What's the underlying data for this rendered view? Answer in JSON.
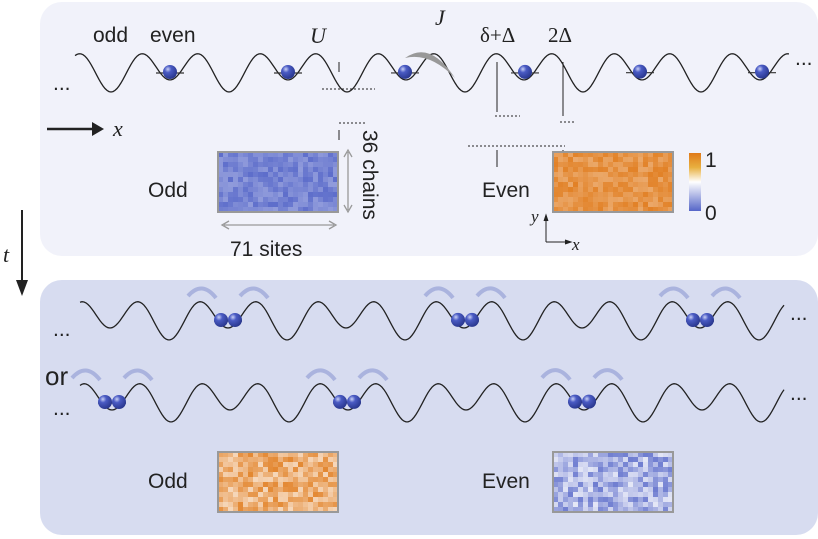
{
  "top_panel": {
    "labels": {
      "odd": "odd",
      "even": "even",
      "U": "U",
      "J": "J",
      "delta_plus_Delta": "δ+Δ",
      "two_Delta": "2Δ",
      "ellipsis_left": "...",
      "ellipsis_right": "...",
      "x_axis": "x"
    },
    "heatmaps": {
      "odd": {
        "label": "Odd",
        "mean_occupation": 0.1
      },
      "even": {
        "label": "Even",
        "mean_occupation": 0.9
      },
      "width_label": "71 sites",
      "height_label": "36 chains",
      "axis_y": "y",
      "axis_x": "x"
    },
    "colorbar": {
      "max_label": "1",
      "min_label": "0",
      "colors": [
        "#5566c8",
        "#ffffff",
        "#e07a1a"
      ]
    }
  },
  "time_label": "t",
  "bottom_panel": {
    "or_label": "or",
    "ellipsis": "...",
    "heatmaps": {
      "odd": {
        "label": "Odd",
        "mean_occupation": 0.8
      },
      "even": {
        "label": "Even",
        "mean_occupation": 0.25
      }
    }
  },
  "colors": {
    "top_panel_bg": "#f1f2fa",
    "bottom_panel_bg": "#d7dcf0",
    "atom": "#4a5bc4",
    "heat_low": "#5566c8",
    "heat_high": "#e07a1a"
  }
}
